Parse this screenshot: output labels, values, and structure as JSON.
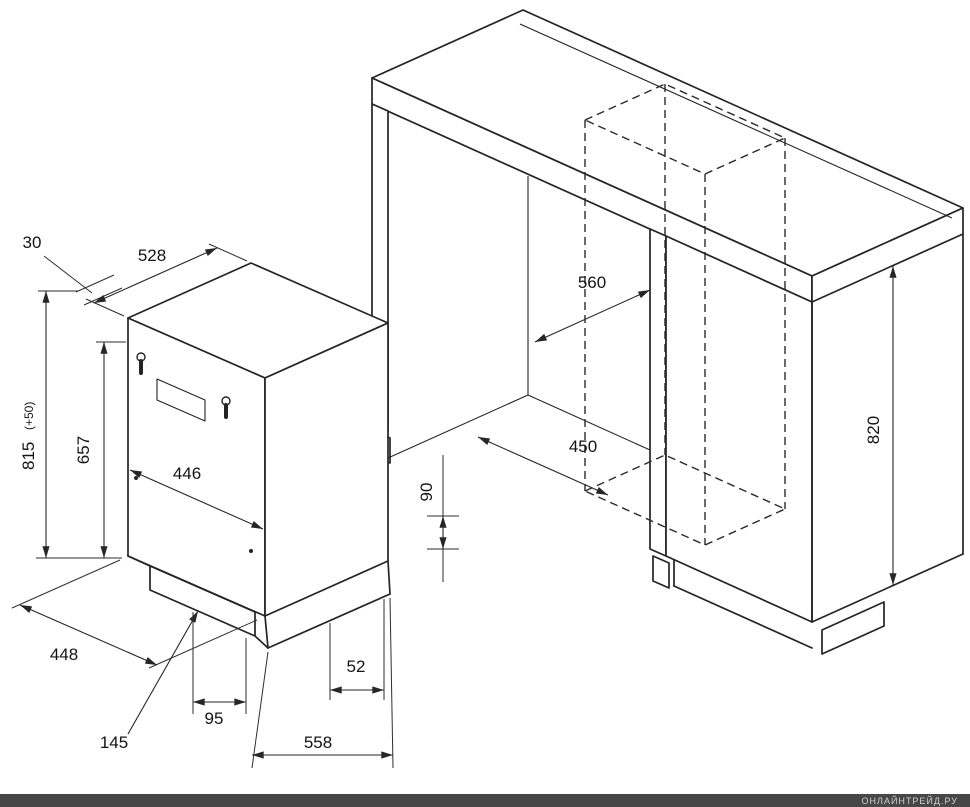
{
  "diagram": {
    "units": "mm",
    "dishwasher": {
      "top_depth": "528",
      "top_gap": "30",
      "height": "815",
      "height_tolerance": "(+50)",
      "front_height": "657",
      "front_width": "446",
      "overall_width": "448",
      "plinth_inset": "145",
      "plinth_offset": "95",
      "bottom_depth": "558",
      "door_offset": "52",
      "plinth_height": "90"
    },
    "cabinet_niche": {
      "depth": "560",
      "width": "450",
      "height": "820"
    }
  },
  "watermark": {
    "label": "ОНЛАЙНТРЕЙД.РУ"
  }
}
